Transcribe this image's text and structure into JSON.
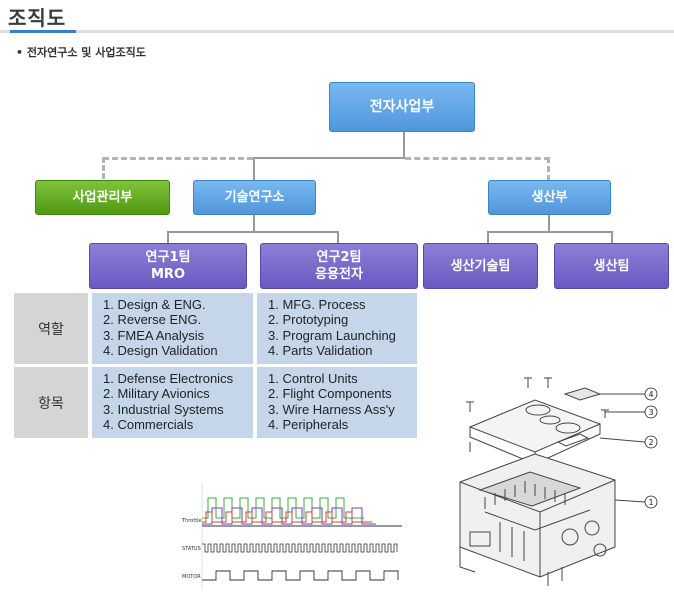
{
  "header": {
    "title": "조직도",
    "subtitle": "• 전자연구소 및 사업조직도"
  },
  "org": {
    "root": "전자사업부",
    "mgmt": "사업관리부",
    "rnd": "기술연구소",
    "prod": "생산부",
    "team1": {
      "line1": "연구1팀",
      "line2": "MRO"
    },
    "team2": {
      "line1": "연구2팀",
      "line2": "응용전자"
    },
    "prod_tech": "생산기술팀",
    "prod_team": "생산팀"
  },
  "table": {
    "rows": [
      {
        "label": "역할",
        "team1": [
          "1. Design & ENG.",
          "2. Reverse ENG.",
          "3. FMEA Analysis",
          "4. Design Validation"
        ],
        "team2": [
          "1. MFG. Process",
          "2. Prototyping",
          "3. Program Launching",
          "4. Parts Validation"
        ]
      },
      {
        "label": "항목",
        "team1": [
          "1. Defense Electronics",
          "2. Military Avionics",
          "3. Industrial Systems",
          "4. Commercials"
        ],
        "team2": [
          "1. Control Units",
          "2. Flight Components",
          "3. Wire Harness Ass'y",
          "4. Peripherals"
        ]
      }
    ]
  },
  "figures": {
    "waveform_labels": [
      "Throttle",
      "STATUS",
      "MOTOR"
    ],
    "callouts": [
      "4",
      "3",
      "2",
      "1"
    ]
  },
  "colors": {
    "blue": "#5a9fe0",
    "green": "#5fa61c",
    "purple": "#7565c8",
    "cell": "#c6d6ea",
    "accent": "#3d7cc9"
  }
}
